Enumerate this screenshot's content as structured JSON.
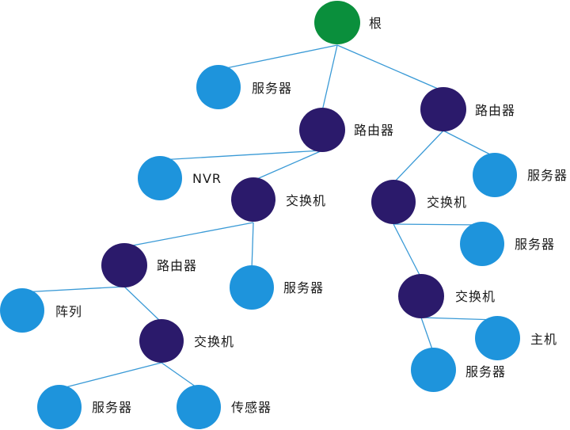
{
  "colors": {
    "root": "#0a8f3c",
    "router_switch": "#2b1a6b",
    "leaf": "#1e94dc",
    "edge": "#3a9ad6"
  },
  "nodes": {
    "root": {
      "label": "根"
    },
    "n_server1": {
      "label": "服务器"
    },
    "n_router1": {
      "label": "路由器"
    },
    "n_router2": {
      "label": "路由器"
    },
    "n_nvr": {
      "label": "NVR"
    },
    "n_switch1": {
      "label": "交换机"
    },
    "n_switch2": {
      "label": "交换机"
    },
    "n_server2": {
      "label": "服务器"
    },
    "n_router3": {
      "label": "路由器"
    },
    "n_server3": {
      "label": "服务器"
    },
    "n_server4": {
      "label": "服务器"
    },
    "n_array": {
      "label": "阵列"
    },
    "n_switch3": {
      "label": "交换机"
    },
    "n_switch4": {
      "label": "交换机"
    },
    "n_host": {
      "label": "主机"
    },
    "n_server5": {
      "label": "服务器"
    },
    "n_server6": {
      "label": "服务器"
    },
    "n_sensor": {
      "label": "传感器"
    }
  }
}
